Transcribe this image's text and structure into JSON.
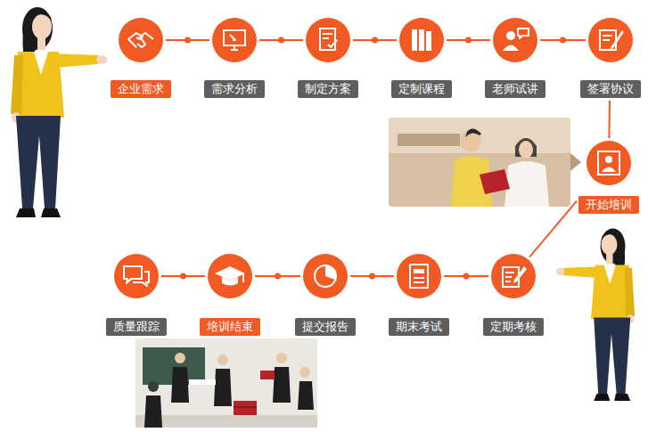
{
  "diagram": {
    "nodes": [
      {
        "text": [
          "企业需求"
        ]
      },
      {
        "text": [
          "需求分析"
        ]
      },
      {
        "text": [
          "制定方案"
        ]
      },
      {
        "text": [
          "定制课程"
        ]
      },
      {
        "text": [
          "老师试讲"
        ]
      },
      {
        "text": [
          "签署协议"
        ]
      },
      {
        "text": [
          "开始培训"
        ]
      },
      {
        "text": [
          "定期考核"
        ]
      },
      {
        "text": [
          "期末考试"
        ]
      },
      {
        "text": [
          "提交报告"
        ]
      },
      {
        "text": [
          "培训结束"
        ]
      },
      {
        "text": [
          "质量跟踪"
        ]
      }
    ],
    "edges": [
      {
        "from": 0,
        "to": 1,
        "arrow": "none"
      },
      {
        "from": 1,
        "to": 2,
        "arrow": "none"
      },
      {
        "from": 2,
        "to": 3,
        "arrow": "none"
      },
      {
        "from": 3,
        "to": 4,
        "arrow": "none"
      },
      {
        "from": 4,
        "to": 5,
        "arrow": "none"
      },
      {
        "from": 5,
        "to": 6,
        "arrow": "none"
      },
      {
        "from": 6,
        "to": 7,
        "arrow": "none"
      },
      {
        "from": 7,
        "to": 8,
        "arrow": "none"
      },
      {
        "from": 8,
        "to": 9,
        "arrow": "none"
      },
      {
        "from": 9,
        "to": 10,
        "arrow": "none"
      },
      {
        "from": 10,
        "to": 11,
        "arrow": "none"
      }
    ]
  }
}
